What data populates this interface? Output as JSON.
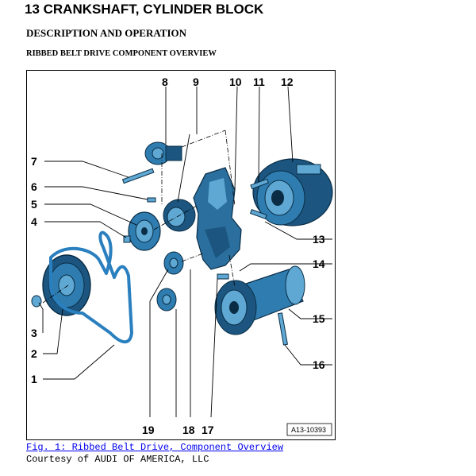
{
  "page": {
    "title": "13 CRANKSHAFT, CYLINDER BLOCK",
    "section": "DESCRIPTION AND OPERATION",
    "subsection": "RIBBED BELT DRIVE COMPONENT OVERVIEW"
  },
  "figure": {
    "ref_code": "A13-10393",
    "callouts": {
      "c1": "1",
      "c2": "2",
      "c3": "3",
      "c4": "4",
      "c5": "5",
      "c6": "6",
      "c7": "7",
      "c8": "8",
      "c9": "9",
      "c10": "10",
      "c11": "11",
      "c12": "12",
      "c13": "13",
      "c14": "14",
      "c15": "15",
      "c16": "16",
      "c17": "17",
      "c18": "18",
      "c19": "19"
    },
    "caption": "Fig. 1: Ribbed Belt Drive, Component Overview",
    "courtesy": "Courtesy of AUDI OF AMERICA, LLC"
  }
}
